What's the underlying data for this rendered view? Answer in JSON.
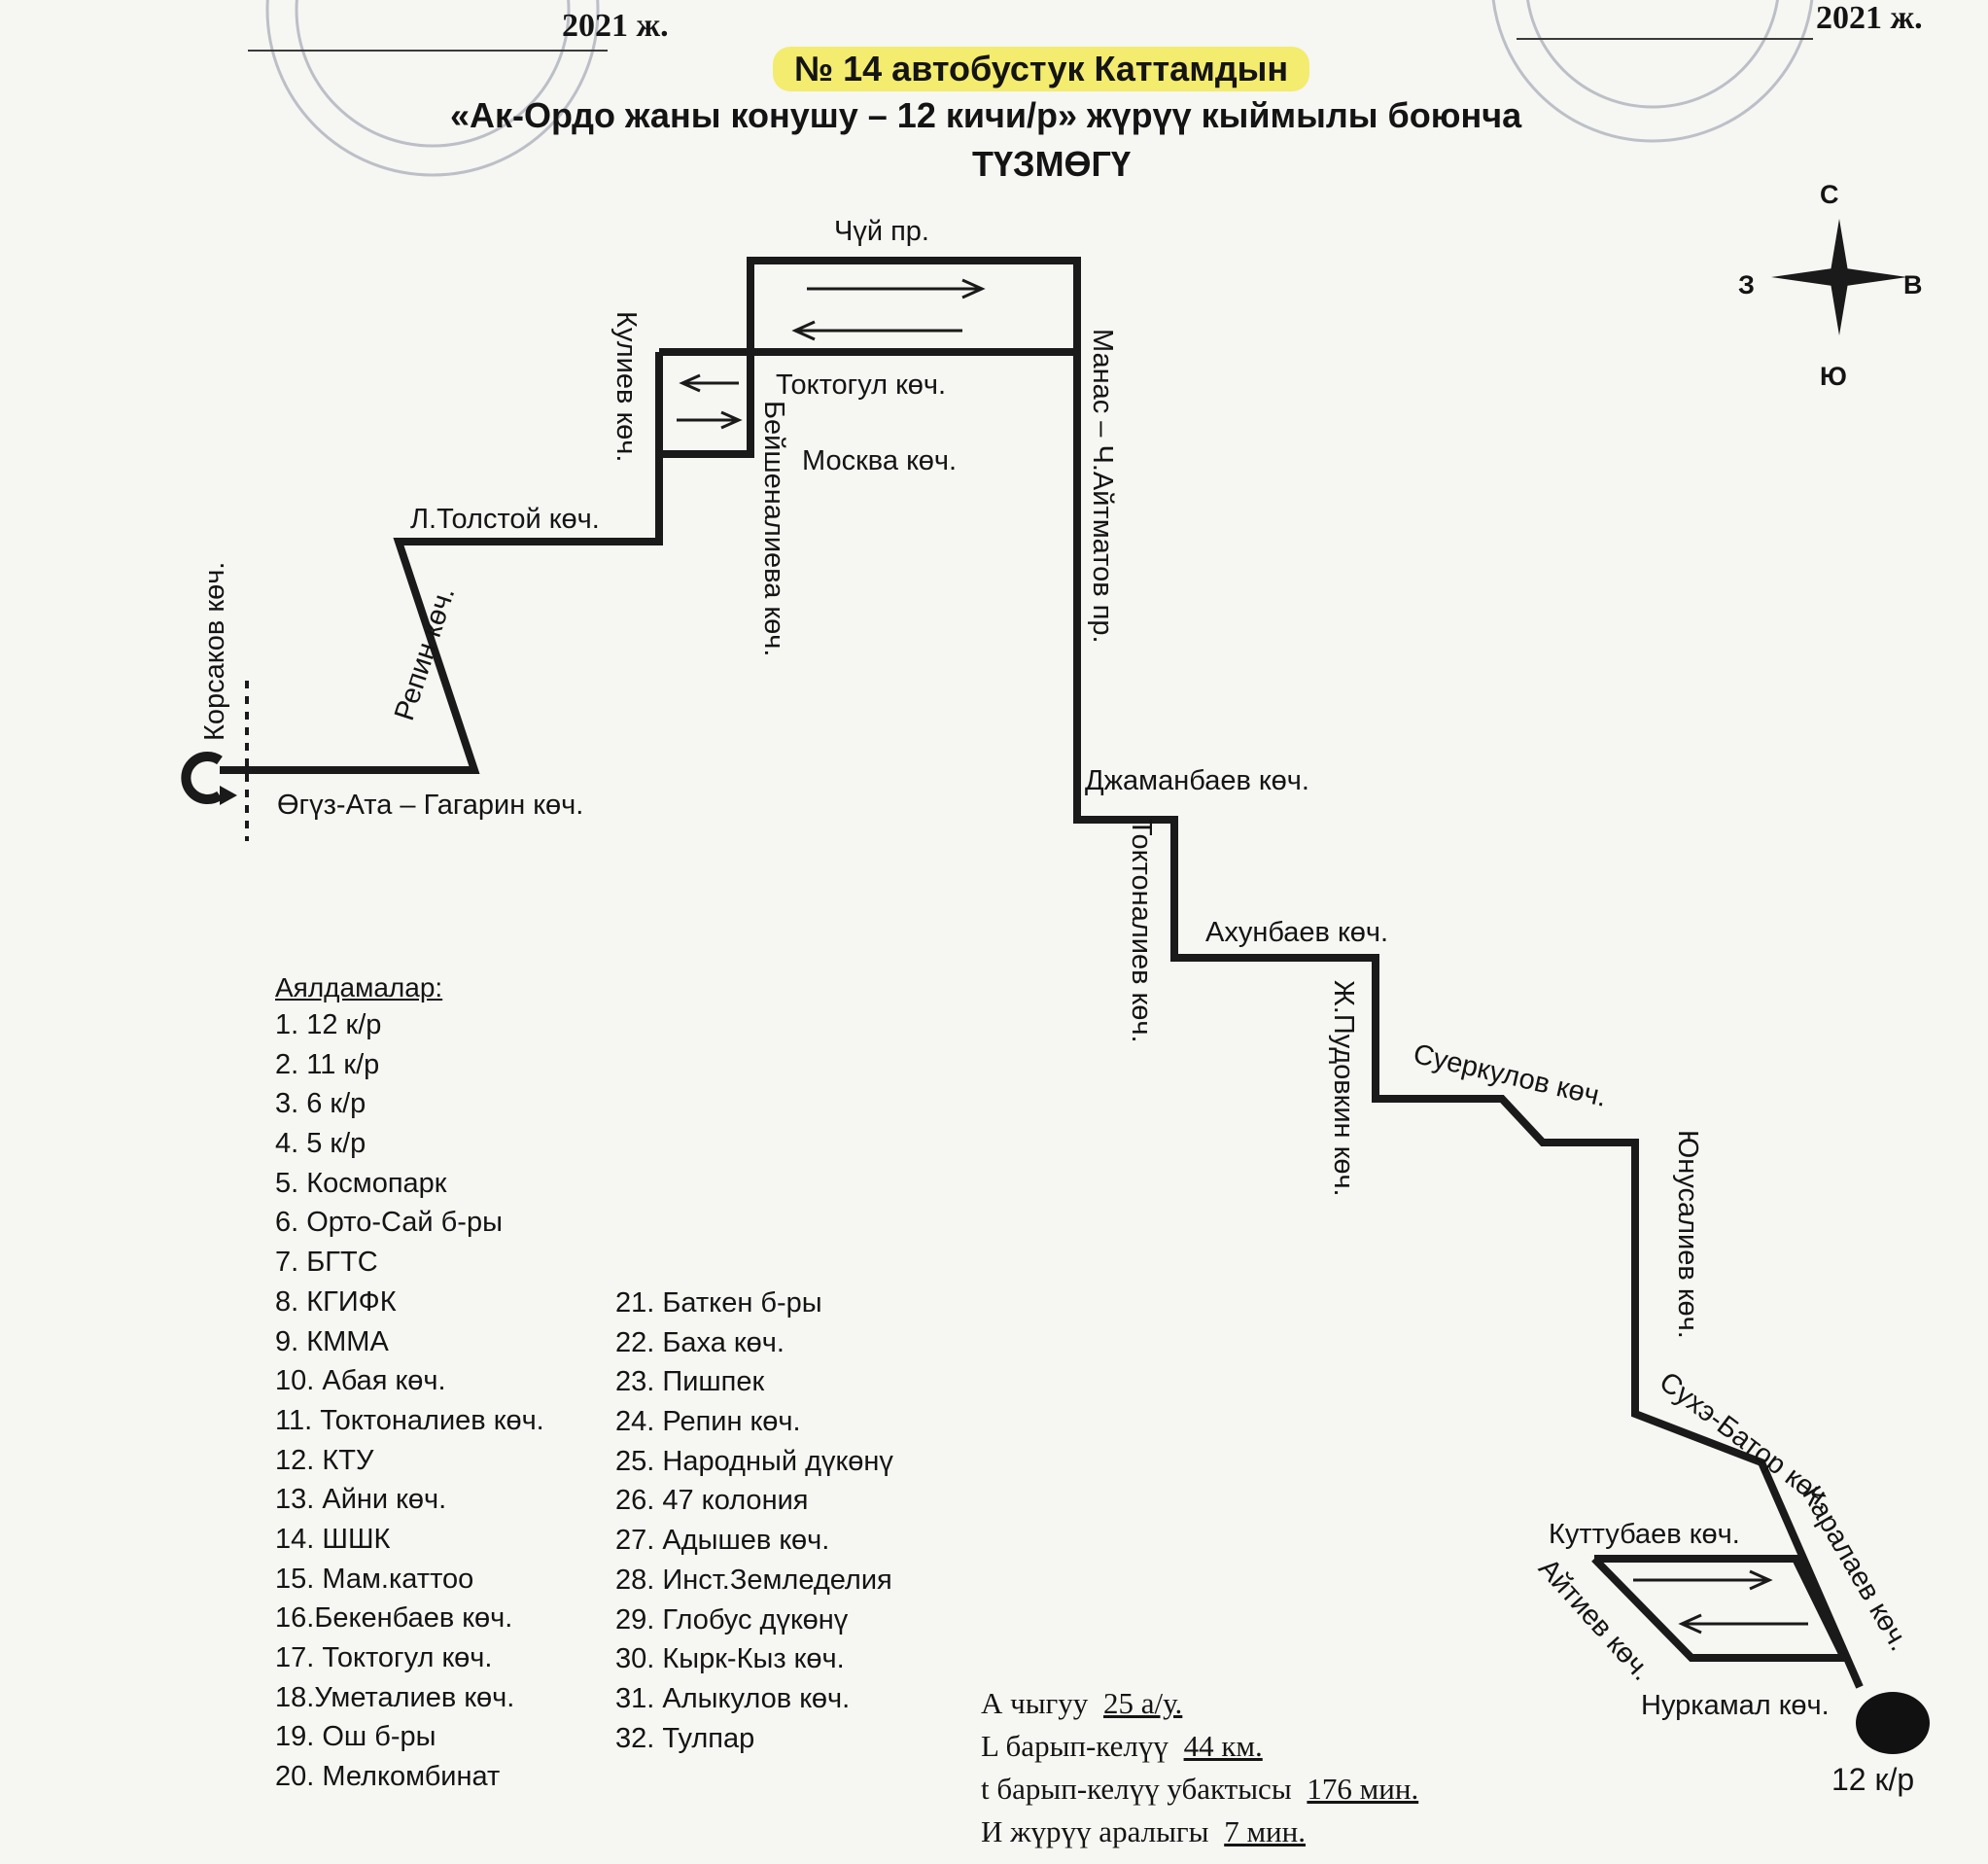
{
  "header": {
    "year_left": "2021 ж.",
    "year_right": "2021 ж.",
    "title_line1": "№ 14 автобустук Каттамдын",
    "title_line2": "«Ак-Ордо жаны конушу – 12 кичи/р» жүрүү кыймылы боюнча",
    "title_line3": "ТҮЗМӨГҮ"
  },
  "compass": {
    "north": "С",
    "south": "Ю",
    "west": "З",
    "east": "В"
  },
  "streets": {
    "chui": "Чүй пр.",
    "kuliev": "Кулиев көч.",
    "toktogul": "Токтогул көч.",
    "moskva": "Москва көч.",
    "beishenalieva": "Бейшеналиева көч.",
    "manas": "Манас – Ч.Айтматов пр.",
    "tolstoy": "Л.Толстой көч.",
    "repin": "Репин көч.",
    "korsakov": "Корсаков көч.",
    "oguz": "Өгүз-Ата – Гагарин көч.",
    "dzhamanbaev": "Джаманбаев көч.",
    "toktonaliev": "Токтоналиев көч.",
    "akhunbaev": "Ахунбаев көч.",
    "pudovkin": "Ж.Пудовкин көч.",
    "suerkulov": "Суеркулов көч.",
    "yunusaliev": "Юнусалиев көч.",
    "sukhe": "Сухэ-Батор көч.",
    "karalaev": "Каралаев көч.",
    "kuttubaev": "Куттубаев көч.",
    "aitiev": "Айтиев көч.",
    "nurkamal": "Нуркамал көч.",
    "terminal": "12 к/р"
  },
  "stops": {
    "heading": "Аялдамалар:",
    "column1": [
      "1. 12 к/р",
      "2. 11 к/р",
      "3. 6 к/р",
      "4. 5 к/р",
      "5. Космопарк",
      "6. Орто-Сай б-ры",
      "7. БГТС",
      "8. КГИФК",
      "9. КММА",
      "10. Абая көч.",
      "11. Токтоналиев көч.",
      "12. КТУ",
      "13. Айни көч.",
      "14. ШШК",
      "15. Мам.каттоо",
      "16.Бекенбаев көч.",
      "17. Токтогул көч.",
      "18.Уметалиев көч.",
      "19. Ош б-ры",
      "20. Мелкомбинат"
    ],
    "column2": [
      "21. Баткен б-ры",
      "22. Баха көч.",
      "23. Пишпек",
      "24. Репин көч.",
      "25. Народный дүкөнү",
      "26. 47 колония",
      "27. Адышев көч.",
      "28. Инст.Земледелия",
      "29. Глобус дүкөнү",
      "30. Кырк-Кыз көч.",
      "31. Алыкулов көч.",
      "32. Тулпар"
    ]
  },
  "params": {
    "a_label": "А чыгуу",
    "a_value": "25 а/у.",
    "l_label": "L барып-келүү",
    "l_value": "44 км.",
    "t_label": "t барып-келүү убактысы",
    "t_value": "176 мин.",
    "i_label": "И жүрүү аралыгы",
    "i_value": "7 мин."
  },
  "colors": {
    "route": "#1a1a1a",
    "highlight": "#f3ec6e",
    "stamp": "#8d93a3",
    "terminal": "#111111"
  }
}
